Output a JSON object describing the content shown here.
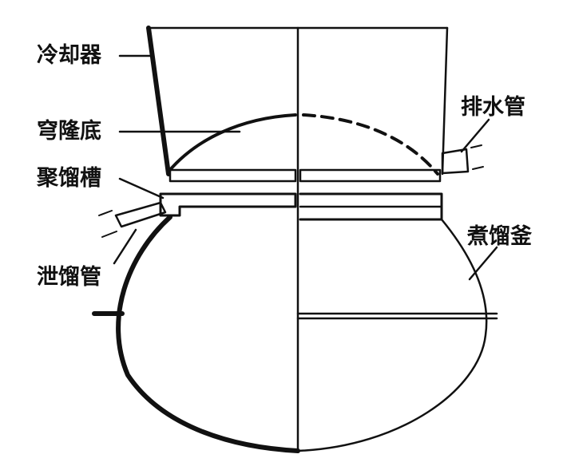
{
  "labels": {
    "condenser": "冷却器",
    "arched_bottom": "穹隆底",
    "collecting_trough": "聚馏槽",
    "outlet_pipe": "泄馏管",
    "drain_pipe": "排水管",
    "still_pot": "煮馏釜"
  },
  "colors": {
    "ink": "#111111",
    "background": "#ffffff"
  }
}
